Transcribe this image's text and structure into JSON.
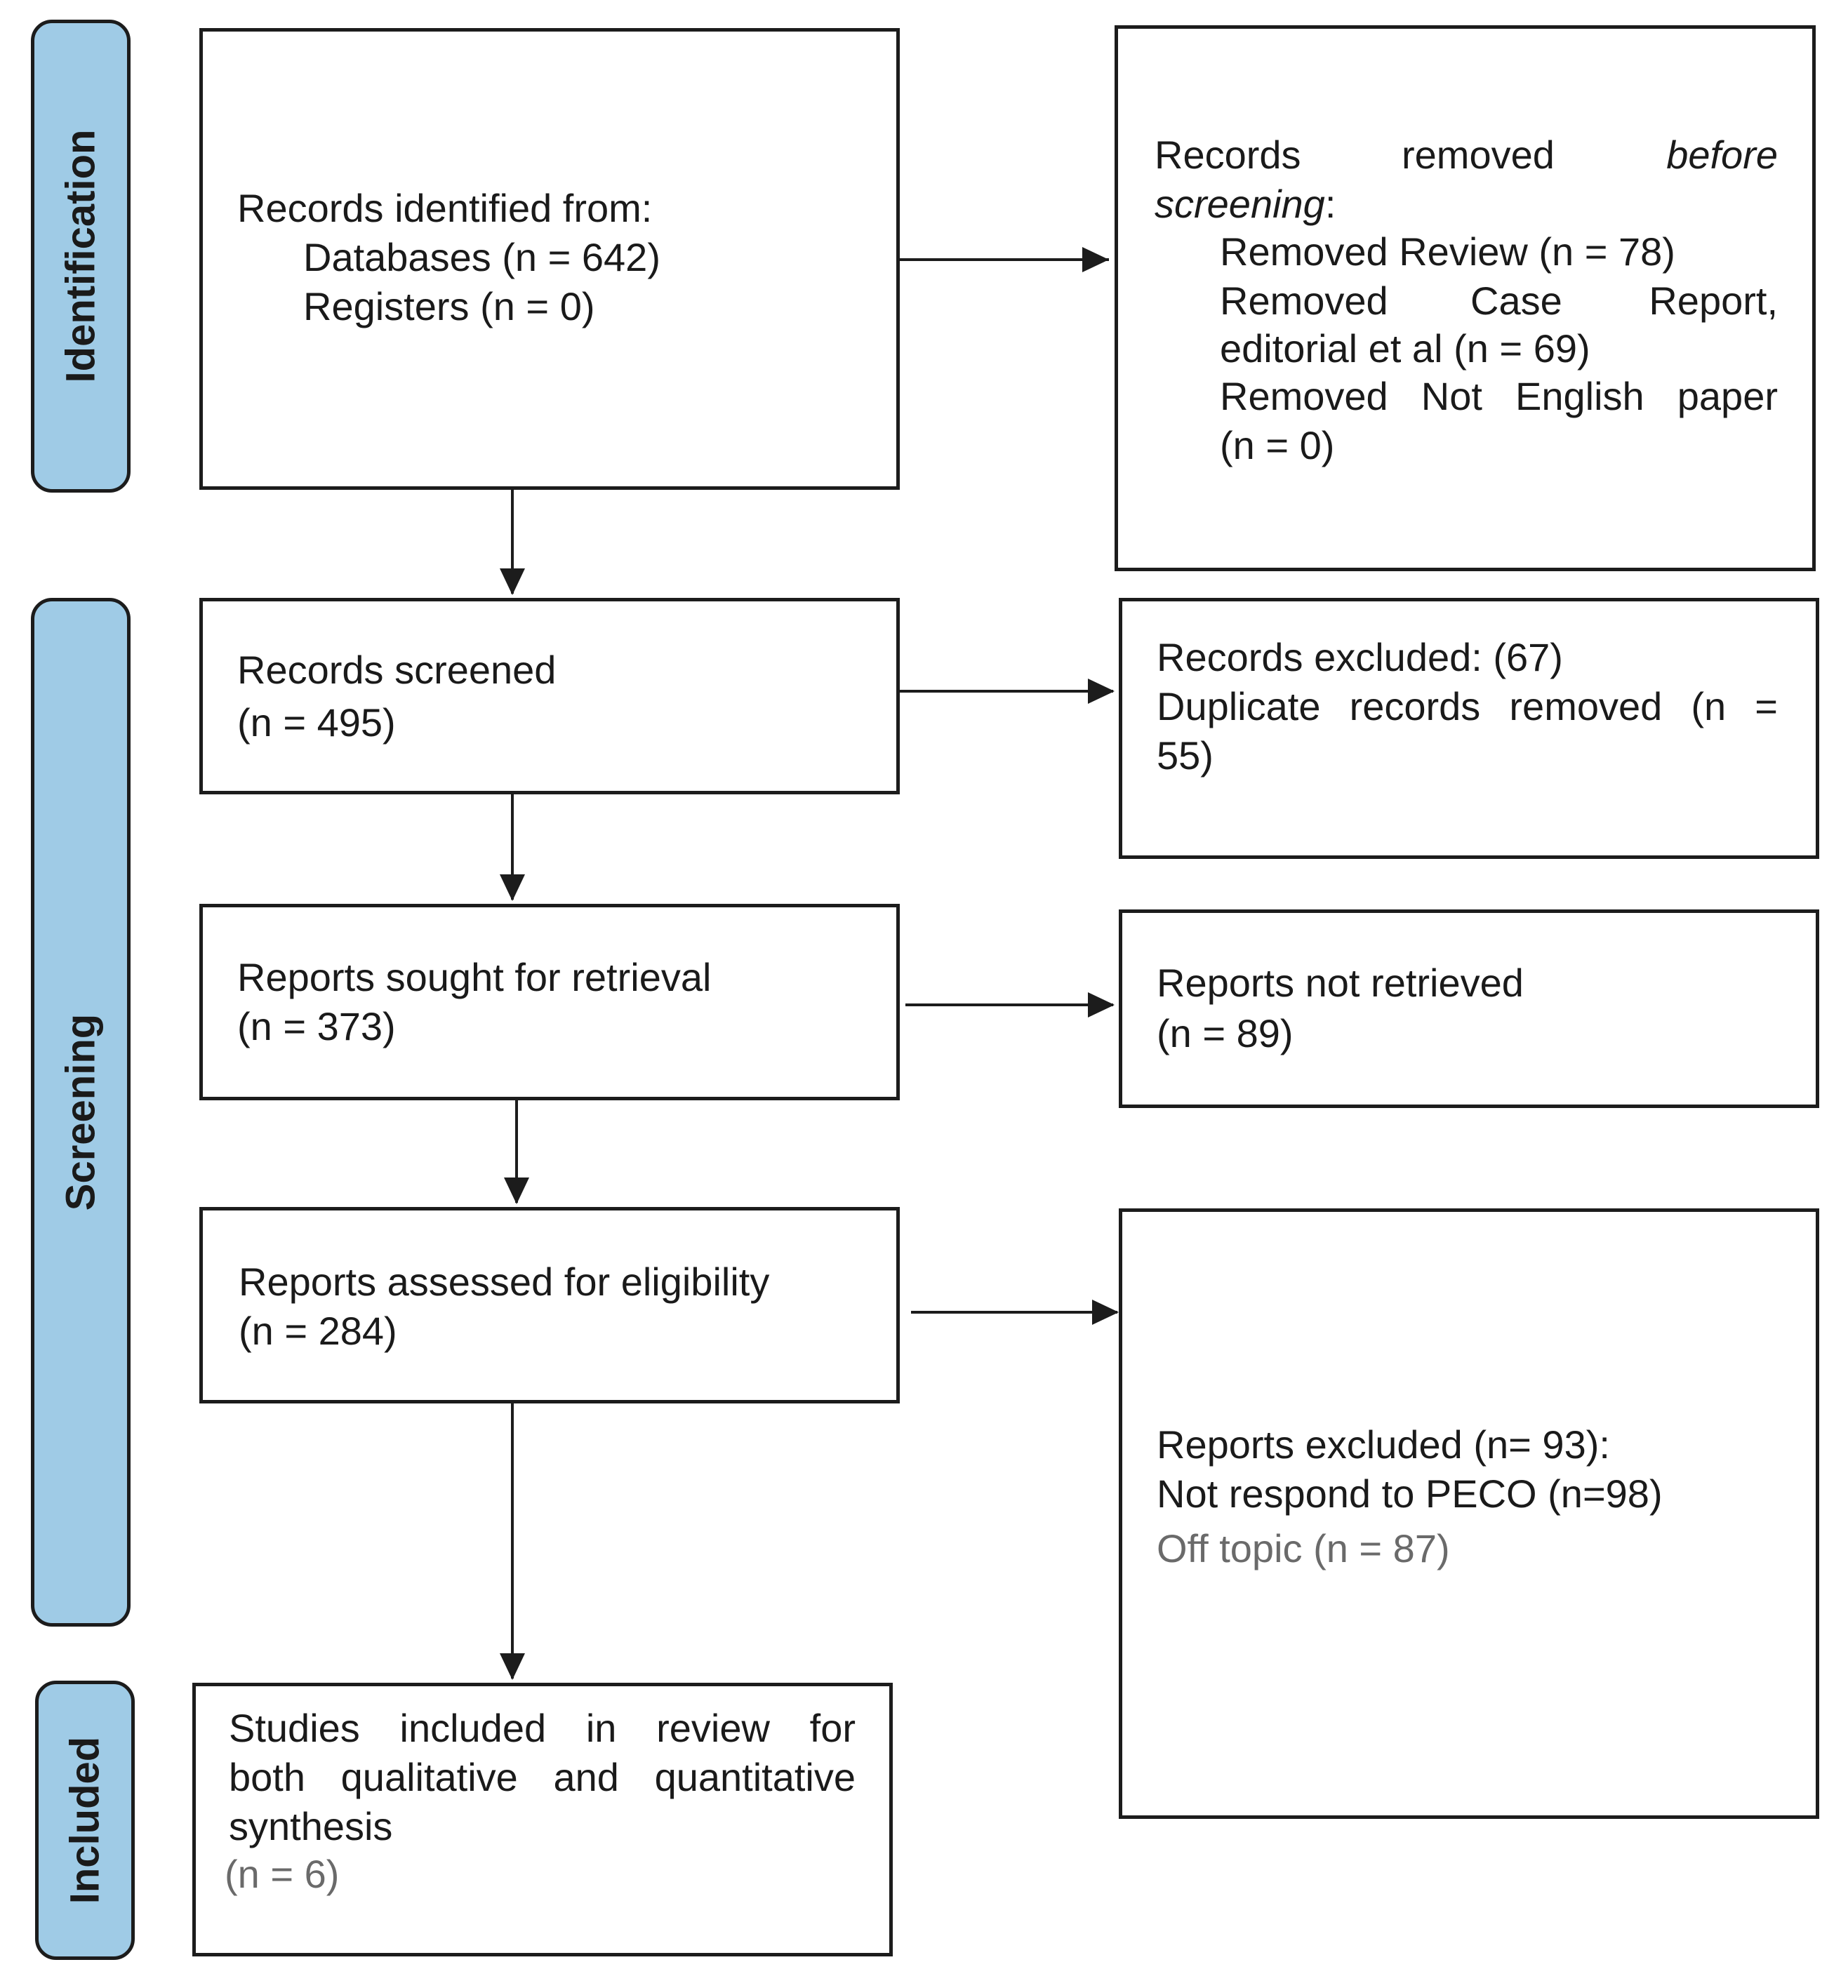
{
  "phases": {
    "identification": "Identification",
    "screening": "Screening",
    "included": "Included"
  },
  "identified": {
    "heading": "Records identified from:",
    "databases": "Databases (n = 642)",
    "registers": "Registers (n = 0)"
  },
  "removed_before": {
    "w1": "Records",
    "w2": "removed",
    "w3": "before",
    "w4": "screening",
    "colon": ":",
    "review": "Removed Review (n = 78)",
    "case_a1": "Removed",
    "case_a2": "Case",
    "case_a3": "Report,",
    "case_b": "editorial et al (n = 69)",
    "english_a": "Removed Not English paper",
    "english_b": "(n = 0)"
  },
  "screened": {
    "label": "Records screened",
    "count": "(n = 495)"
  },
  "excluded": {
    "line1": "Records excluded: (67)",
    "line2": "Duplicate records removed (n =",
    "line3": "55)"
  },
  "sought": {
    "label": "Reports sought for retrieval",
    "count": "(n = 373)"
  },
  "not_retrieved": {
    "label": "Reports not retrieved",
    "count": "(n = 89)"
  },
  "assessed": {
    "label": "Reports assessed for eligibility",
    "count": "(n = 284)"
  },
  "reports_excluded": {
    "line1": "Reports excluded (n= 93):",
    "line2": "Not respond to PECO (n=98)",
    "line3": "Off topic (n = 87)"
  },
  "included": {
    "line1": "Studies included in review for",
    "line2": "both qualitative and quantitative",
    "line3": "synthesis",
    "count": "(n = 6)"
  }
}
